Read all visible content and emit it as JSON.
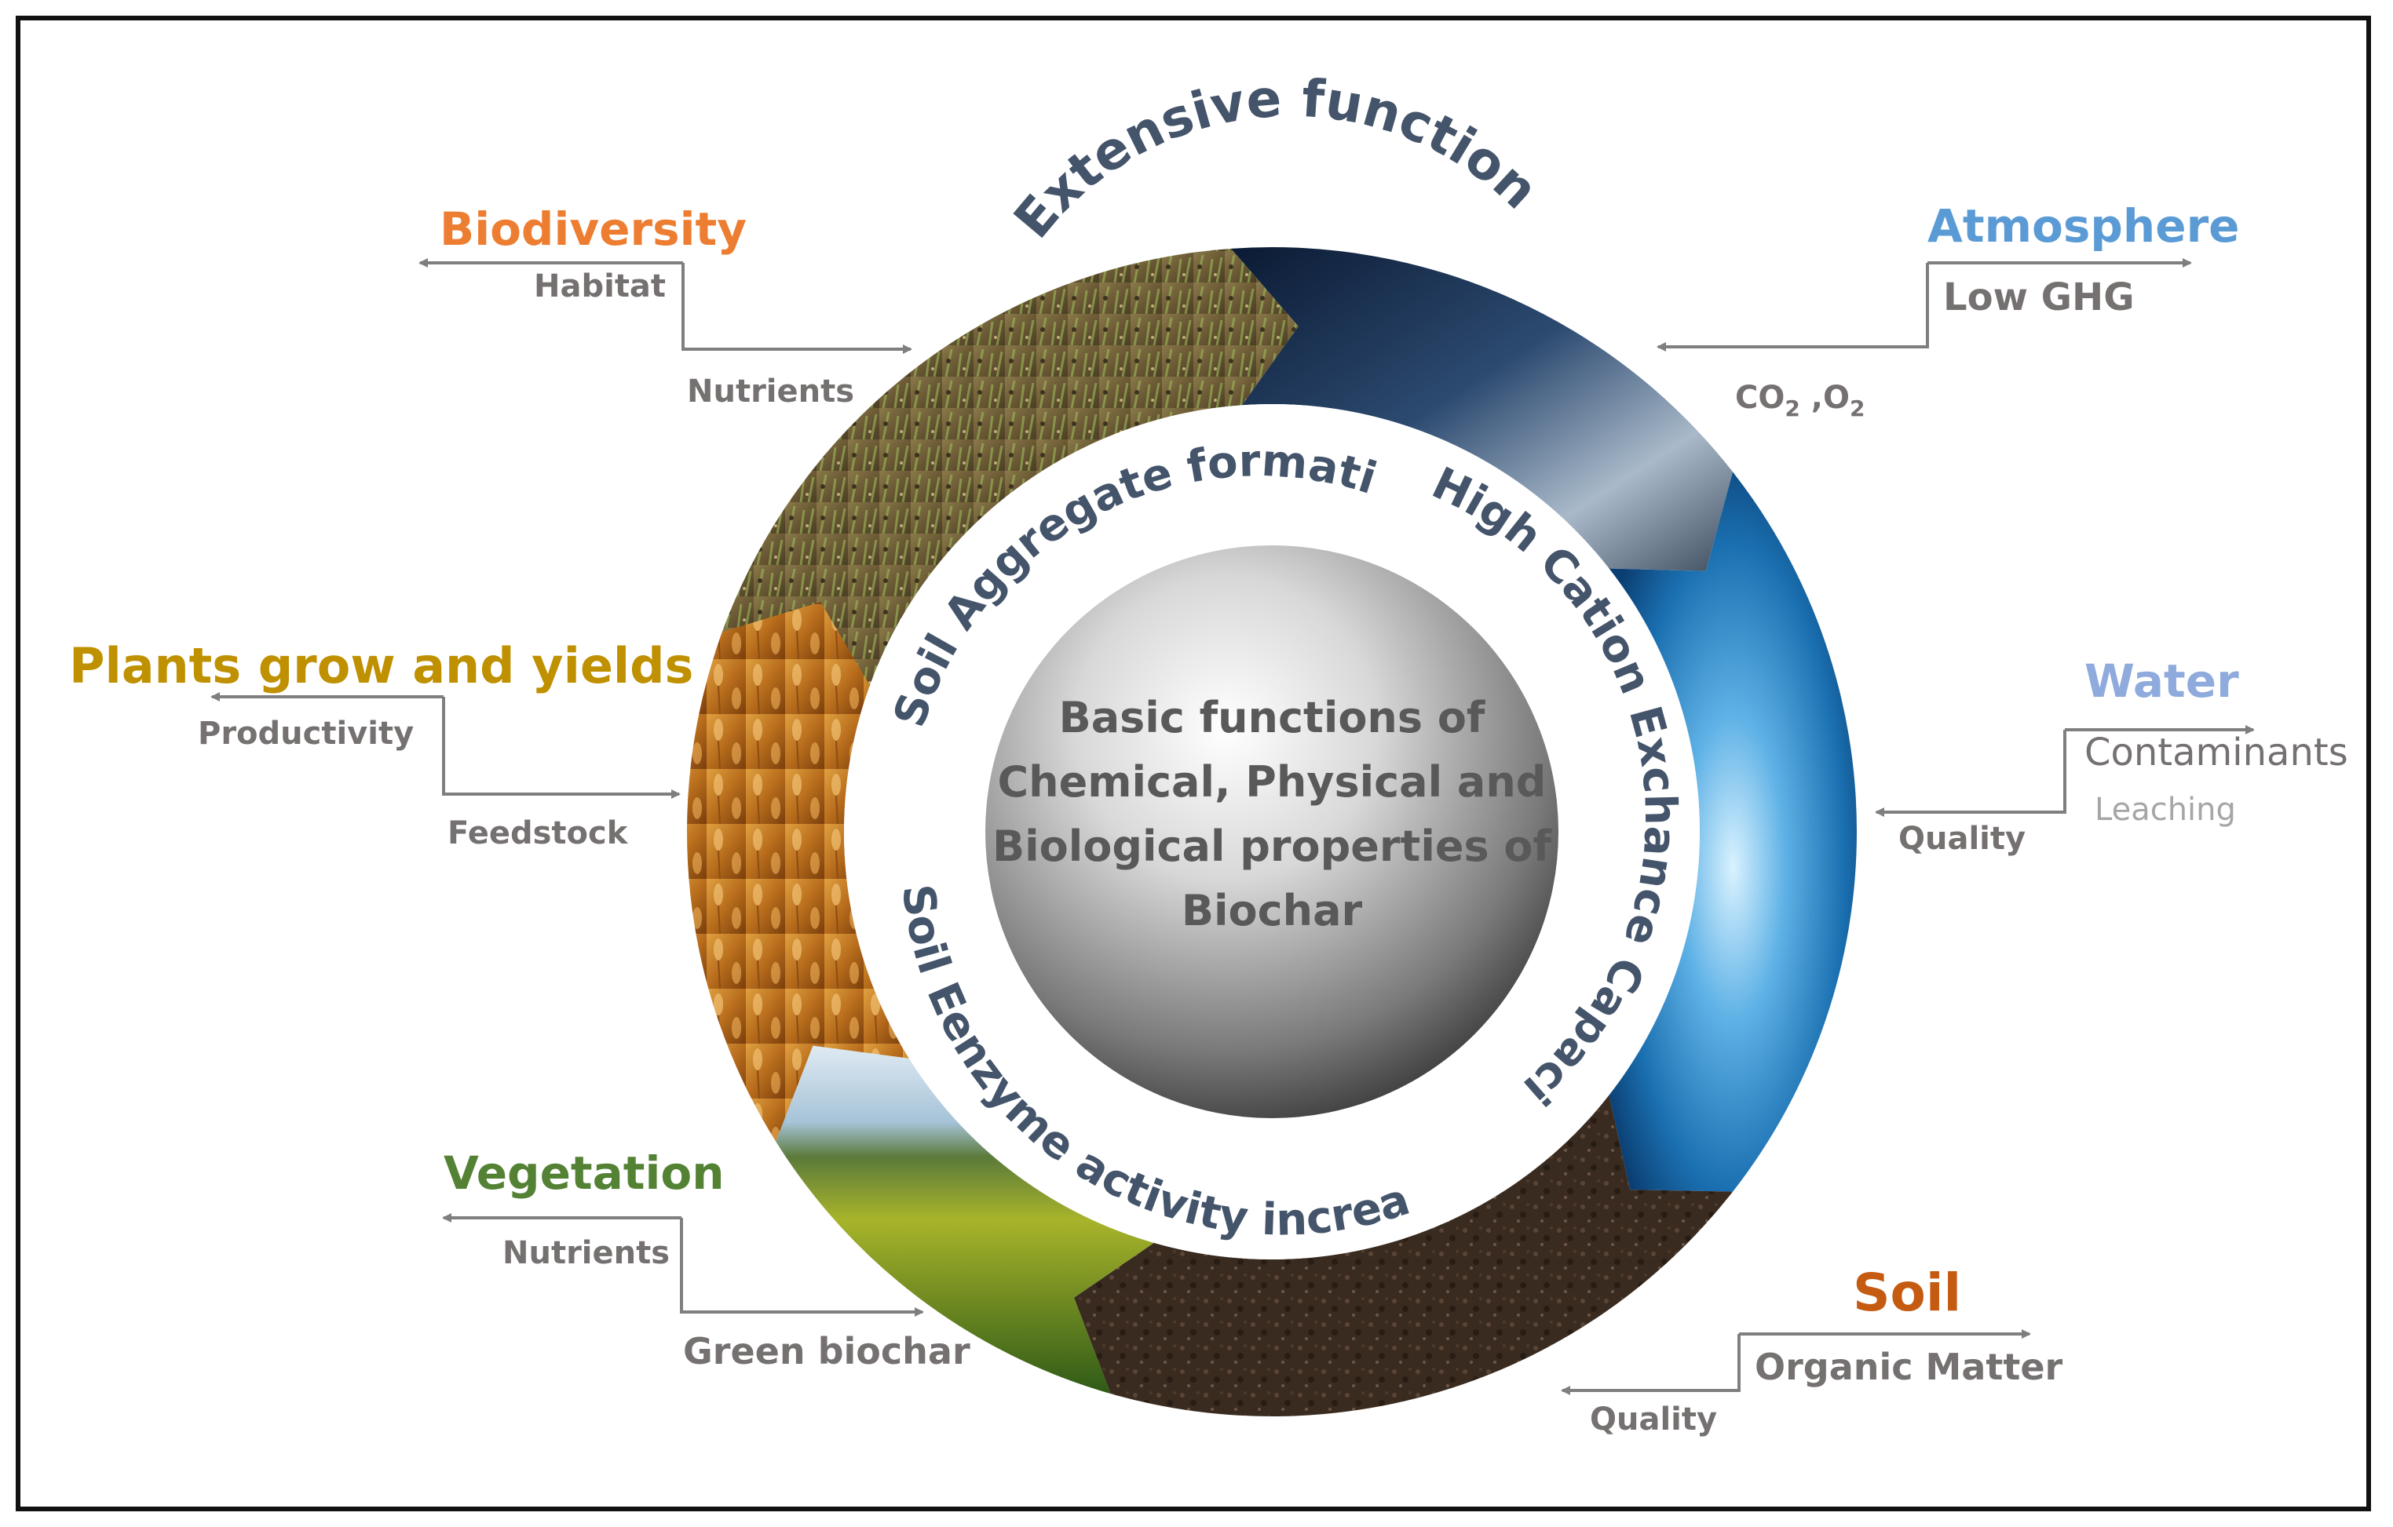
{
  "center": {
    "lines": [
      "Basic functions of",
      "Chemical, Physical and",
      "Biological properties of",
      "Biochar"
    ]
  },
  "outer_title": "Extensive functions",
  "inner_ring": {
    "top_left": "Soil Aggregate formation",
    "right": "High Cation Exchance Capacity",
    "bottom_left": "Soil  Eenzyme activity increase"
  },
  "functions": {
    "biodiversity": {
      "title": "Biodiversity",
      "out_label": "Habitat",
      "in_label": "Nutrients",
      "color": "#ED7D31"
    },
    "atmosphere": {
      "title": "Atmosphere",
      "out_label": "Low GHG",
      "in_label": "CO",
      "in_label_b": "2",
      "in_label_c": " ,O",
      "in_label_d": "2",
      "color": "#5B9BD5"
    },
    "plants": {
      "title": "Plants grow and yields",
      "out_label": "Productivity",
      "in_label": "Feedstock",
      "color": "#BF9000"
    },
    "water": {
      "title": "Water",
      "out_label": "Contaminants",
      "out_label_2": "Leaching",
      "in_label": "Quality",
      "color": "#8FAADC"
    },
    "vegetation": {
      "title": "Vegetation",
      "out_label": "Nutrients",
      "in_label": "Green biochar",
      "color": "#548235"
    },
    "soil": {
      "title": "Soil",
      "out_label": "Organic Matter",
      "in_label": "Quality",
      "color": "#C55A11"
    }
  },
  "colors": {
    "ring_text": "#44546A",
    "label_gray": "#767171",
    "arrow_gray": "#7F7F7F"
  }
}
